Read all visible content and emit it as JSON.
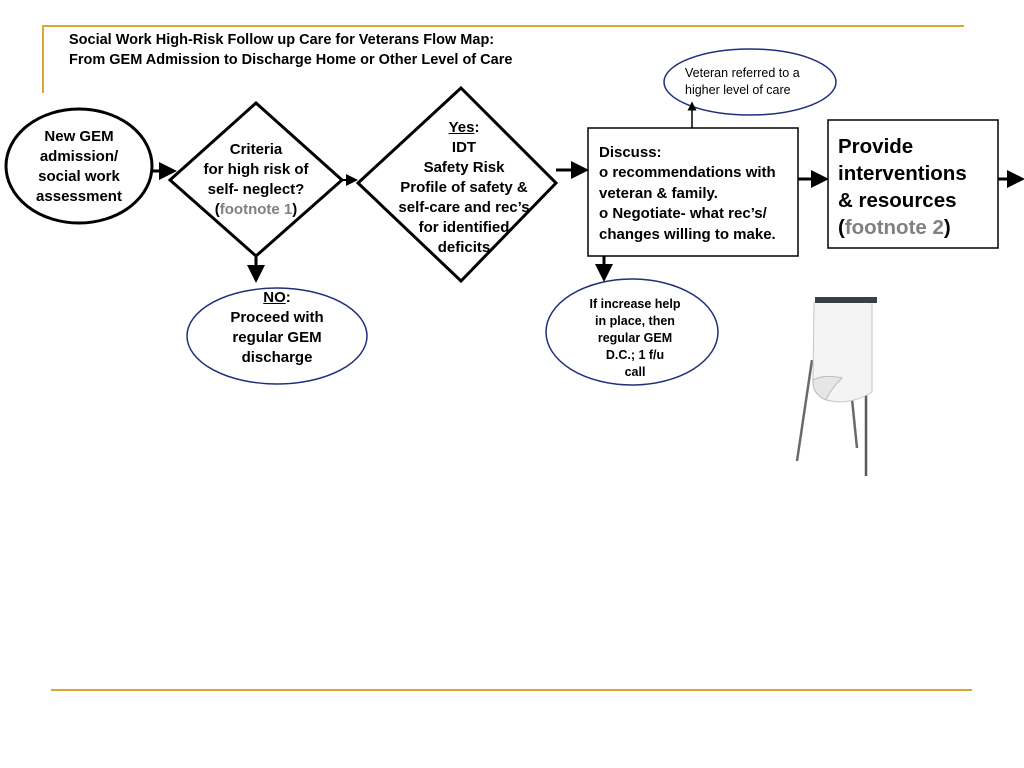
{
  "title": {
    "line1": "Social Work High-Risk Follow up Care for Veterans Flow Map:",
    "line2": "From GEM Admission to Discharge Home or Other Level of Care"
  },
  "nodes": {
    "start": {
      "lines": [
        "New GEM",
        "admission/",
        "social work",
        "assessment"
      ]
    },
    "criteria": {
      "line1": "Criteria",
      "line2": "for high risk of",
      "line3": "self- neglect?",
      "fn_open": "(",
      "fn_text": "footnote 1",
      "fn_close": ")"
    },
    "no": {
      "label": "NO",
      "colon": ":",
      "lines": [
        "Proceed with",
        "regular GEM",
        "discharge"
      ]
    },
    "yes": {
      "label": "Yes",
      "colon": ":",
      "lines": [
        "IDT",
        "Safety Risk",
        "Profile of safety &",
        "self-care and rec’s",
        "for identified",
        "deficits"
      ]
    },
    "discuss": {
      "lines": [
        "Discuss:",
        "o recommendations with",
        "veteran & family.",
        "o Negotiate- what rec’s/",
        "changes willing to make."
      ]
    },
    "referred": {
      "lines": [
        "Veteran referred to a",
        "higher level of care"
      ]
    },
    "increase": {
      "lines": [
        "If increase help",
        "in place, then",
        "regular GEM",
        "D.C.;  1 f/u",
        "call"
      ]
    },
    "provide": {
      "lines": [
        "Provide",
        "interventions",
        "& resources"
      ],
      "fn_open": "(",
      "fn_text": "footnote 2",
      "fn_close": ")"
    }
  },
  "colors": {
    "accent_line": "#dba633",
    "ellipse_blue": "#1f2f7a",
    "footnote_gray": "#808080"
  }
}
